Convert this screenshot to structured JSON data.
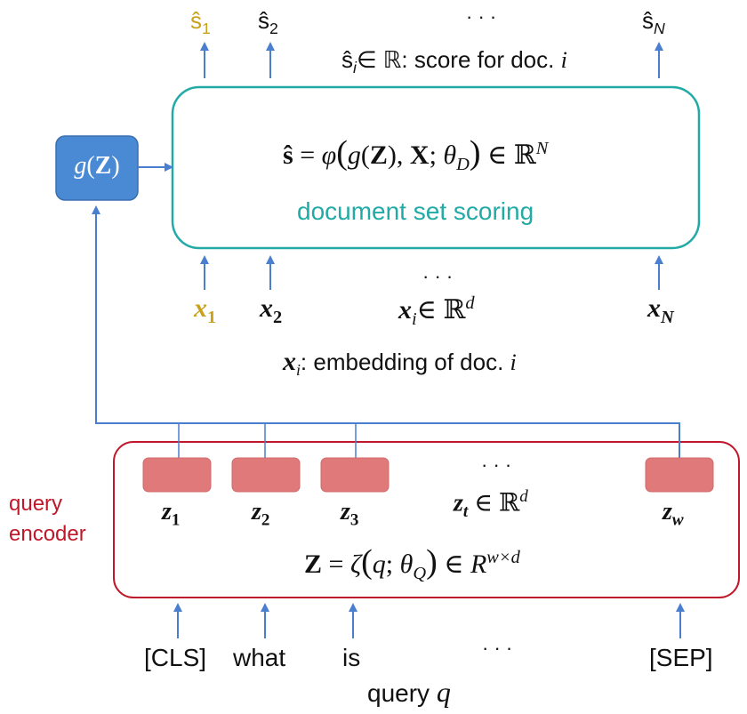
{
  "colors": {
    "teal": "#22aaa6",
    "gold": "#c9a21a",
    "red": "#c0182a",
    "blue_arrow": "#4a7fd0",
    "g_box": "#4a8ad4",
    "z_box": "#e07a7a"
  },
  "top_outputs": {
    "s1": {
      "base": "ŝ",
      "sub": "1"
    },
    "s2": {
      "base": "ŝ",
      "sub": "2"
    },
    "dots": "· · ·",
    "sN": {
      "base": "ŝ",
      "sub": "N"
    },
    "score_note": {
      "base": "ŝ",
      "sub": "i",
      "rest": "∈ ℝ: score for doc. ",
      "i": "i"
    }
  },
  "g_box": {
    "label_fn": "g",
    "label_open": "(",
    "label_arg": "Z",
    "label_close": ")"
  },
  "doc_box": {
    "formula": {
      "lhs": "ŝ",
      "eq": " = ",
      "phi": "φ",
      "open": "(",
      "g": "g",
      "gopen": "(",
      "Z": "Z",
      "gclose": ")",
      "comma": ", ",
      "X": "X",
      "semi": "; ",
      "theta": "θ",
      "theta_sub": "D",
      "close": ")",
      "in": " ∈ ",
      "R": "ℝ",
      "sup": "N"
    },
    "caption": "document set scoring"
  },
  "doc_inputs": {
    "x1": {
      "base": "x",
      "sub": "1"
    },
    "x2": {
      "base": "x",
      "sub": "2"
    },
    "dots": "· · ·",
    "xi": {
      "base": "x",
      "sub": "i",
      "rest": "∈ ℝ",
      "sup": "d"
    },
    "xN": {
      "base": "x",
      "sub": "N"
    },
    "embedding_note": {
      "base": "x",
      "sub": "i",
      "rest": ": embedding of doc. ",
      "i": "i"
    }
  },
  "query_encoder": {
    "side_label_1": "query",
    "side_label_2": "encoder",
    "z1": {
      "base": "z",
      "sub": "1"
    },
    "z2": {
      "base": "z",
      "sub": "2"
    },
    "z3": {
      "base": "z",
      "sub": "3"
    },
    "dots": "· · ·",
    "zt": {
      "base": "z",
      "sub": "t",
      "rest": " ∈ ℝ",
      "sup": "d"
    },
    "zw": {
      "base": "z",
      "sub": "w"
    },
    "formula": {
      "lhs": "Z",
      "eq": " = ",
      "zeta": "ζ",
      "open": "(",
      "q": "q",
      "semi": "; ",
      "theta": "θ",
      "theta_sub": "Q",
      "close": ")",
      "in": " ∈ ",
      "R": "R",
      "sup": "w×d"
    }
  },
  "tokens": {
    "cls": "[CLS]",
    "what": "what",
    "is": "is",
    "dots": "· · ·",
    "sep": "[SEP]",
    "query_label": "query ",
    "q": "q"
  }
}
